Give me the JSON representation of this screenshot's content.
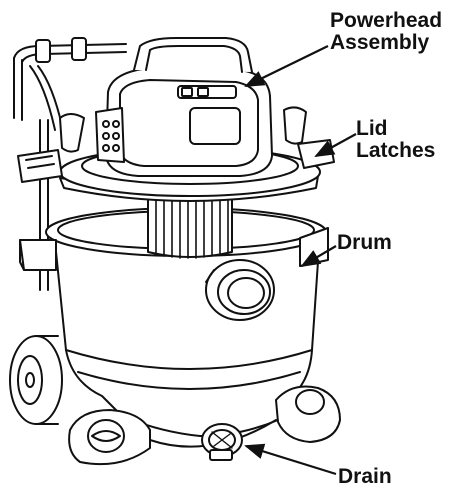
{
  "labels": {
    "powerhead": [
      "Powerhead",
      "Assembly"
    ],
    "lid_latches": [
      "Lid",
      "Latches"
    ],
    "drum": "Drum",
    "drain": "Drain"
  },
  "colors": {
    "ink": "#111111",
    "background": "#ffffff"
  }
}
